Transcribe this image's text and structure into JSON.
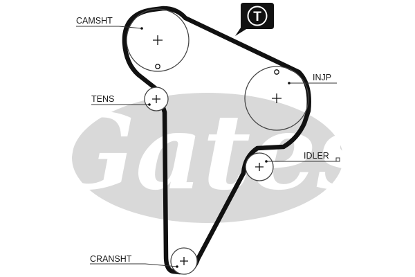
{
  "diagram": {
    "badge": "T",
    "watermark": "Gates",
    "components": {
      "camshaft": "CAMSHT",
      "tensioner": "TENS",
      "injection_pump": "INJP",
      "idler": "IDLER",
      "crankshaft": "CRANSHT"
    }
  },
  "colors": {
    "belt": "#111111",
    "pulley": "#444444",
    "watermark": "#d9d9d9",
    "badge_fill": "#111111",
    "badge_text": "#ffffff"
  }
}
